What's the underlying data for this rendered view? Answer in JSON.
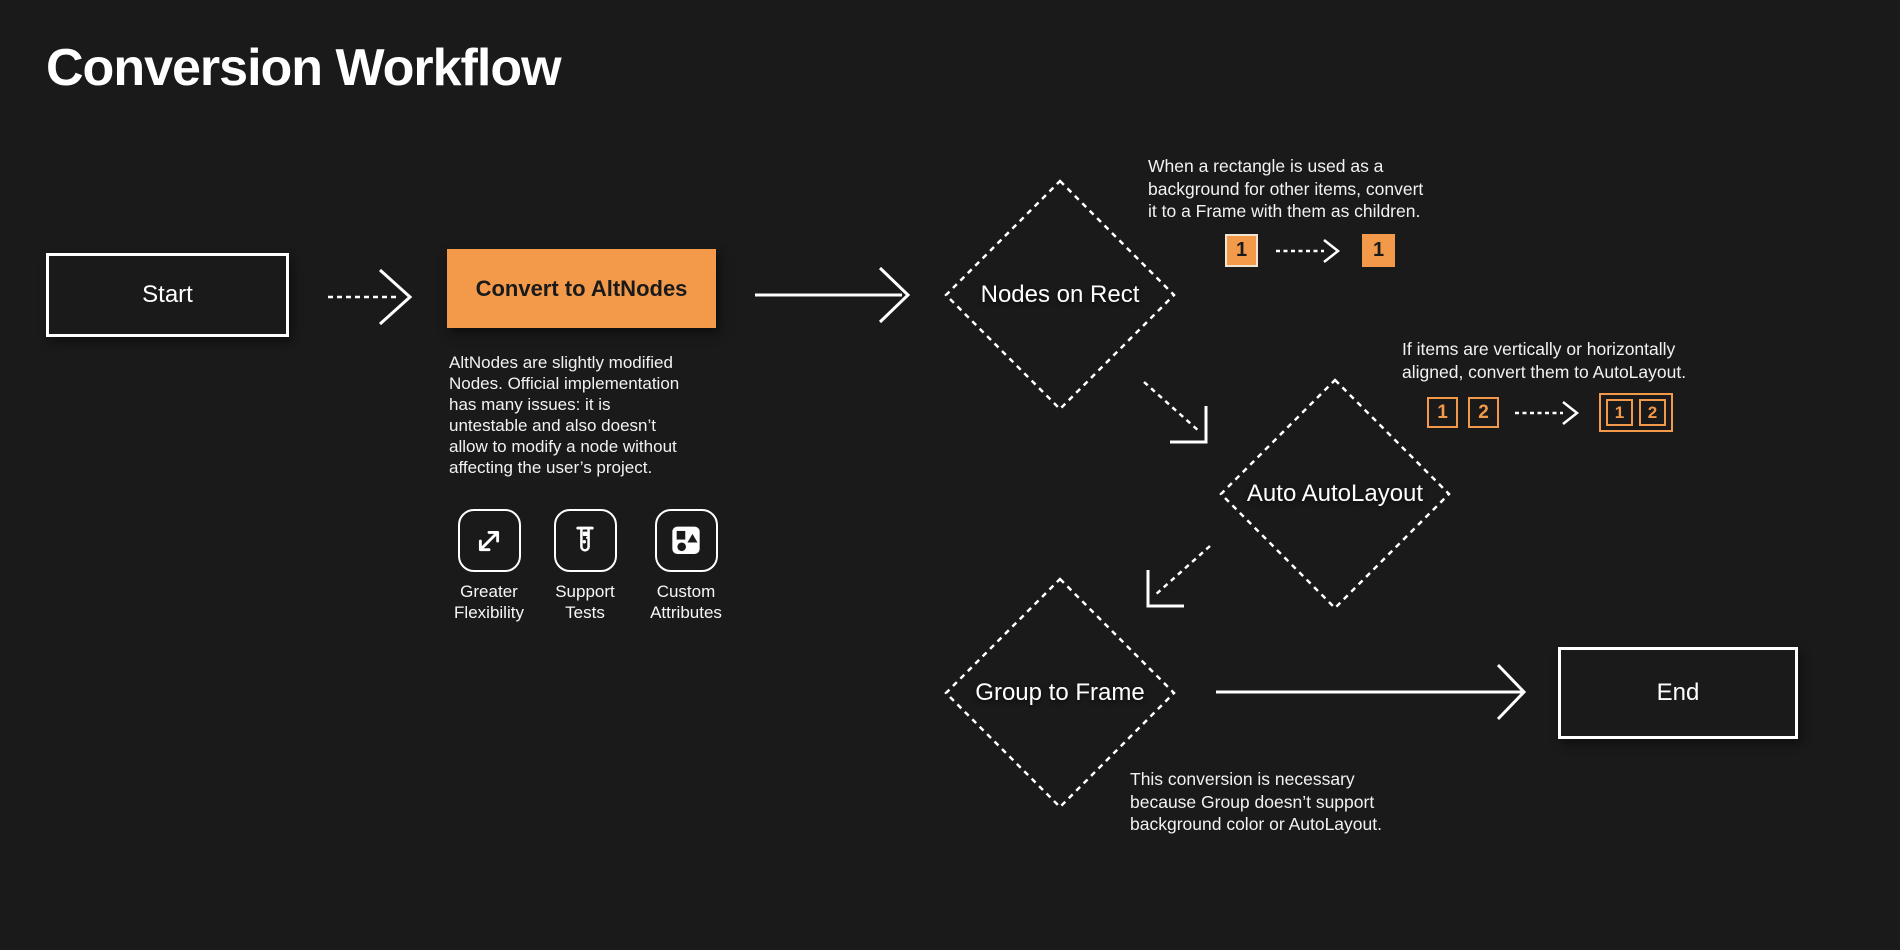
{
  "title": "Conversion Workflow",
  "colors": {
    "background": "#1A1A1A",
    "accent_orange": "#F2994A",
    "stroke_white": "#FFFFFF",
    "ink_dark": "#1A1A1A"
  },
  "flow": {
    "start": {
      "label": "Start"
    },
    "convert": {
      "label": "Convert to AltNodes",
      "description": [
        "AltNodes are slightly modified",
        "Nodes. Official implementation",
        "has many issues: it is",
        "untestable and also doesn’t",
        "allow to modify a node without",
        "affecting the user’s project."
      ],
      "features": [
        {
          "icon": "expand-arrows-icon",
          "label": "Greater Flexibility"
        },
        {
          "icon": "test-tube-icon",
          "label": "Support Tests"
        },
        {
          "icon": "shapes-icon",
          "label": "Custom Attributes"
        }
      ]
    },
    "nodes_on_rect": {
      "label": "Nodes on Rect",
      "note": [
        "When a rectangle is used as a",
        "background for other items, convert",
        "it to a Frame with them as children."
      ],
      "example": {
        "before": "1",
        "after": "1"
      }
    },
    "auto_autolayout": {
      "label": "Auto AutoLayout",
      "note": [
        "If items are vertically or horizontally",
        "aligned, convert them to AutoLayout."
      ],
      "example": {
        "before": [
          "1",
          "2"
        ],
        "after": [
          "1",
          "2"
        ]
      }
    },
    "group_to_frame": {
      "label": "Group to Frame",
      "note": [
        "This conversion is necessary",
        "because Group doesn’t support",
        "background color or AutoLayout."
      ]
    },
    "end": {
      "label": "End"
    }
  }
}
